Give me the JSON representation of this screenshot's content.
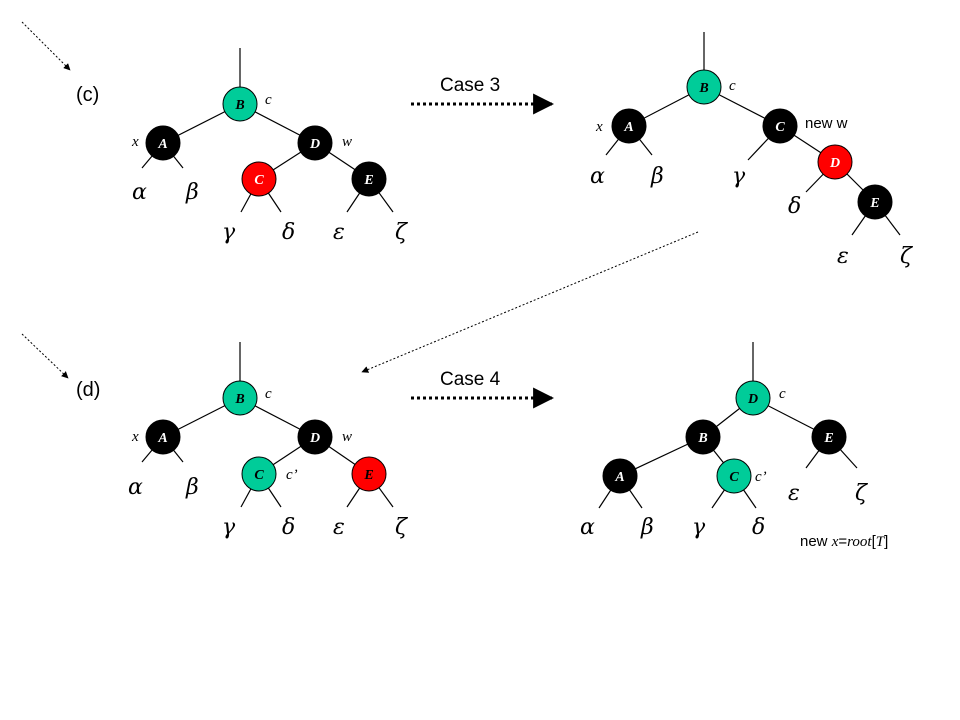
{
  "colors": {
    "black_node": "#000000",
    "red_node": "#ff0000",
    "teal_node": "#00cc99",
    "arrow": "#000000"
  },
  "panels": [
    {
      "id": "c",
      "label": "(c)"
    },
    {
      "id": "d",
      "label": "(d)"
    }
  ],
  "captions": [
    {
      "id": "case3",
      "text": "Case 3"
    },
    {
      "id": "case4",
      "text": "Case 4"
    }
  ],
  "trees": [
    {
      "id": "c-left",
      "nodes": [
        {
          "id": "B",
          "label": "B",
          "color": "teal",
          "tag": "c"
        },
        {
          "id": "A",
          "label": "A",
          "color": "black",
          "tag": "x"
        },
        {
          "id": "D",
          "label": "D",
          "color": "black",
          "tag": "w"
        },
        {
          "id": "C",
          "label": "C",
          "color": "red"
        },
        {
          "id": "E",
          "label": "E",
          "color": "black"
        }
      ],
      "leaves": [
        "α",
        "β",
        "γ",
        "δ",
        "ε",
        "ζ"
      ]
    },
    {
      "id": "c-right",
      "nodes": [
        {
          "id": "B",
          "label": "B",
          "color": "teal",
          "tag": "c"
        },
        {
          "id": "A",
          "label": "A",
          "color": "black",
          "tag": "x"
        },
        {
          "id": "C",
          "label": "C",
          "color": "black",
          "tag": "new w"
        },
        {
          "id": "D",
          "label": "D",
          "color": "red"
        },
        {
          "id": "E",
          "label": "E",
          "color": "black"
        }
      ],
      "leaves": [
        "α",
        "β",
        "γ",
        "δ",
        "ε",
        "ζ"
      ]
    },
    {
      "id": "d-left",
      "nodes": [
        {
          "id": "B",
          "label": "B",
          "color": "teal",
          "tag": "c"
        },
        {
          "id": "A",
          "label": "A",
          "color": "black",
          "tag": "x"
        },
        {
          "id": "D",
          "label": "D",
          "color": "black",
          "tag": "w"
        },
        {
          "id": "C",
          "label": "C",
          "color": "teal",
          "tag": "c’"
        },
        {
          "id": "E",
          "label": "E",
          "color": "red"
        }
      ],
      "leaves": [
        "α",
        "β",
        "γ",
        "δ",
        "ε",
        "ζ"
      ]
    },
    {
      "id": "d-right",
      "nodes": [
        {
          "id": "D",
          "label": "D",
          "color": "teal",
          "tag": "c"
        },
        {
          "id": "B",
          "label": "B",
          "color": "black"
        },
        {
          "id": "E",
          "label": "E",
          "color": "black"
        },
        {
          "id": "A",
          "label": "A",
          "color": "black"
        },
        {
          "id": "C",
          "label": "C",
          "color": "teal",
          "tag": "c’"
        }
      ],
      "leaves": [
        "α",
        "β",
        "γ",
        "δ",
        "ε",
        "ζ"
      ],
      "note": {
        "prefix": "new ",
        "x": "x",
        "eq": "=",
        "root": "root",
        "lb": "[",
        "t": "T",
        "rb": "]"
      }
    }
  ]
}
